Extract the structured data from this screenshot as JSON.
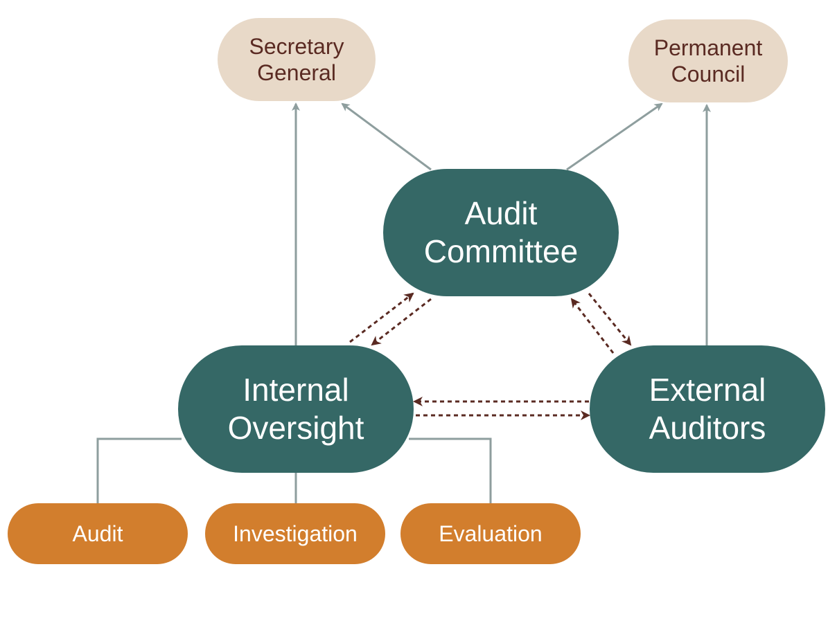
{
  "colors": {
    "top_fill": "#E8D9C8",
    "top_text": "#5A2A22",
    "main_fill": "#356866",
    "main_text": "#FFFFFF",
    "unit_fill": "#D27E2D",
    "unit_text": "#FFFFFF",
    "line": "#8E9E9E",
    "dotted_arrow": "#5A2A22"
  },
  "nodes": {
    "secretary_general": {
      "line1": "Secretary",
      "line2": "General"
    },
    "permanent_council": {
      "line1": "Permanent",
      "line2": "Council"
    },
    "audit_committee": {
      "line1": "Audit",
      "line2": "Committee"
    },
    "internal_oversight": {
      "line1": "Internal",
      "line2": "Oversight"
    },
    "external_auditors": {
      "line1": "External",
      "line2": "Auditors"
    },
    "audit": {
      "label": "Audit"
    },
    "investigation": {
      "label": "Investigation"
    },
    "evaluation": {
      "label": "Evaluation"
    }
  }
}
